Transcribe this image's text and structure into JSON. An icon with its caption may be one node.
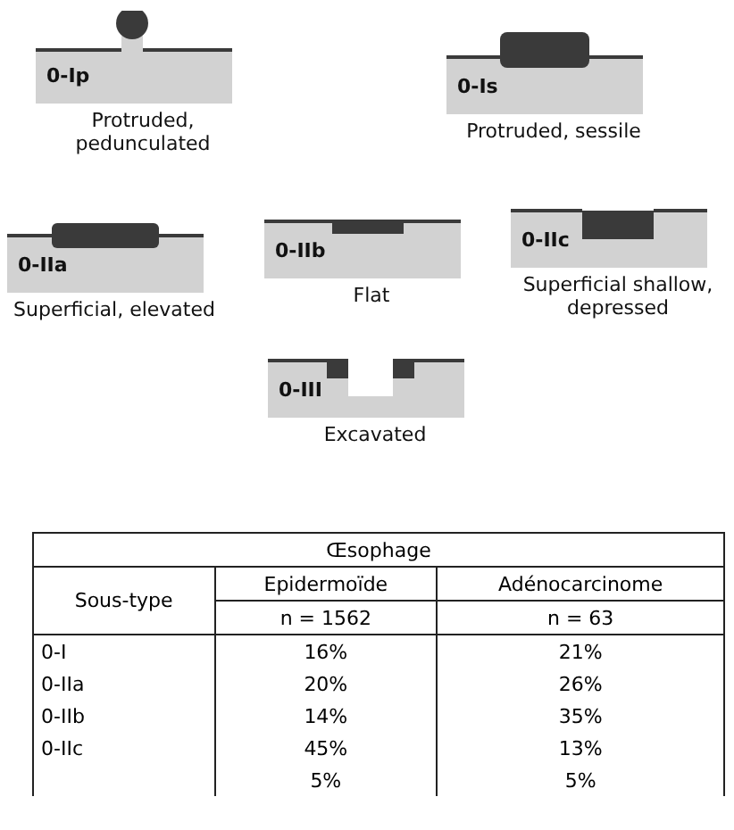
{
  "diagram": {
    "labels": [
      "0-Ip",
      "Protruded, pedunculated",
      "0-Is",
      "Protruded, sessile",
      "0-IIa",
      "Superficial, elevated",
      "0-IIb",
      "Flat",
      "0-IIc",
      "Superficial shallow, depressed",
      "0-III",
      "Excavated",
      "Œsophage",
      "Sous-type",
      "Epidermoïde",
      "Adénocarcinome",
      "n = 1562",
      "n = 63",
      "0-I",
      "16%",
      "21%",
      "0-IIa",
      "20%",
      "26%",
      "0-IIb",
      "14%",
      "35%",
      "0-IIc",
      "45%",
      "13%",
      "5%",
      "5%"
    ]
  }
}
